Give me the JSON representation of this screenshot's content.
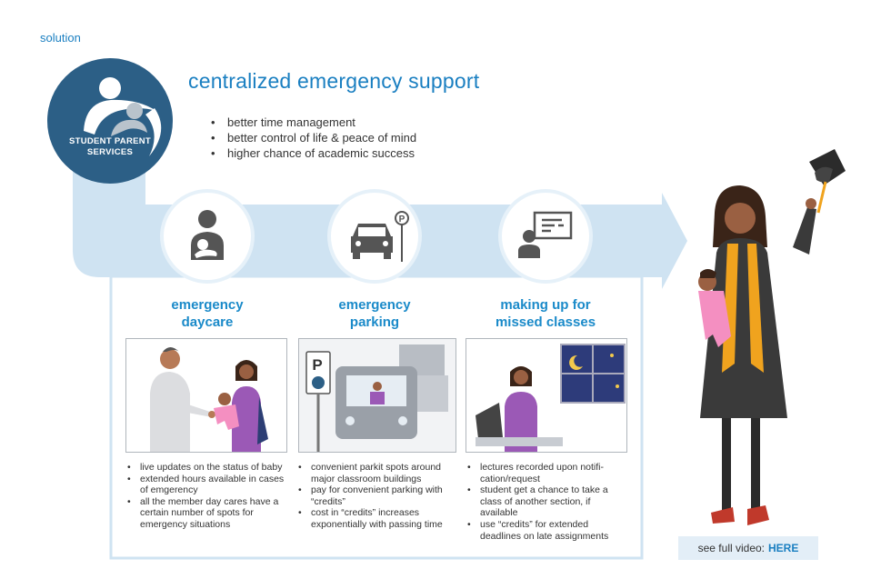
{
  "header": {
    "section_label": "solution",
    "title": "centralized emergency support",
    "benefits": [
      "better time management",
      "better control of life & peace of mind",
      "higher chance of academic success"
    ]
  },
  "logo": {
    "line1": "STUDENT PARENT",
    "line2": "SERVICES"
  },
  "services": [
    {
      "icon": "mother-baby-icon",
      "title_line1": "emergency",
      "title_line2": "daycare",
      "bullets": [
        "live updates on the status of baby",
        "extended hours available in cases of emgerency",
        "all the member day cares have a certain number of spots for emergency situations"
      ]
    },
    {
      "icon": "car-parking-icon",
      "title_line1": "emergency",
      "title_line2": "parking",
      "bullets": [
        "convenient parkit spots around major classroom buildings",
        "pay for convenient parking with “credits”",
        "cost in “credits” increases exponentially with passing time"
      ]
    },
    {
      "icon": "presentation-icon",
      "title_line1": "making up for",
      "title_line2": "missed classes",
      "bullets": [
        "lectures recorded upon notifi-cation/request",
        "student get a chance to take a class of another section, if available",
        "use “credits” for extended deadlines on late assignments"
      ]
    }
  ],
  "parking_sign": "P",
  "video": {
    "prefix": "see full video:",
    "link": "HERE"
  },
  "colors": {
    "accent": "#1a8ac9",
    "logo_bg": "#2c5f86",
    "band": "#cfe3f2",
    "gown": "#3a3a3a",
    "stole": "#f0a31e",
    "baby": "#f48fc1"
  }
}
